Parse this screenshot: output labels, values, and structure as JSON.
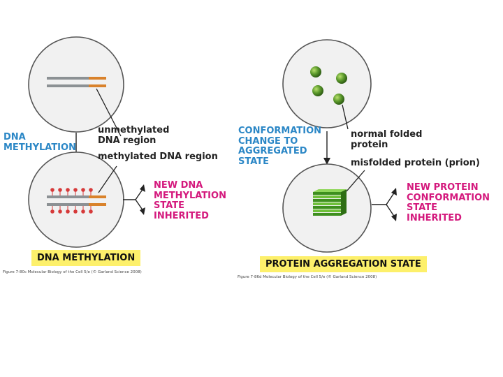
{
  "left_panel": {
    "side_label": [
      "DNA",
      "METHYLATION"
    ],
    "unmethylated_label": [
      "unmethylated",
      "DNA region"
    ],
    "methylated_label": "methylated DNA region",
    "result_label": [
      "NEW DNA",
      "METHYLATION",
      "STATE",
      "INHERITED"
    ],
    "title": "DNA METHYLATION",
    "caption": "Figure 7-80c Molecular Biology of the Cell 5/e (© Garland Science 2008)"
  },
  "right_panel": {
    "side_label": [
      "CONFORMATION",
      "CHANGE TO",
      "AGGREGATED",
      "STATE"
    ],
    "normal_label": [
      "normal folded",
      "protein"
    ],
    "misfolded_label": "misfolded protein (prion)",
    "result_label": [
      "NEW PROTEIN",
      "CONFORMATION",
      "STATE",
      "INHERITED"
    ],
    "title": "PROTEIN AGGREGATION STATE",
    "caption": "Figure 7-86d Molecular Biology of the Cell 5/e (© Garland Science 2008)"
  },
  "colors": {
    "blue_text": "#2b87c6",
    "pink_text": "#d4197d",
    "dna_gray": "#8c9194",
    "dna_orange": "#d9822b",
    "methyl_red": "#d63a3a",
    "protein_green": "#4a8f2a",
    "title_yellow": "#fdf06b"
  }
}
